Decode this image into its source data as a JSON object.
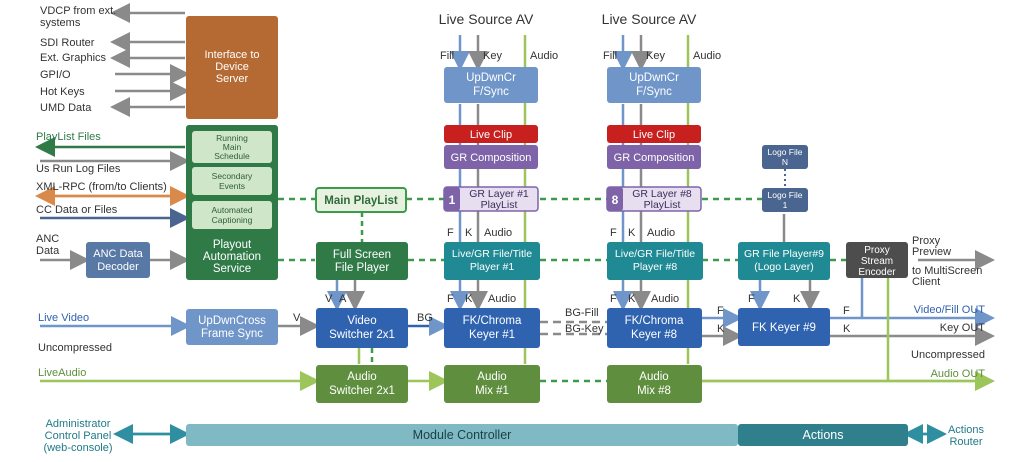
{
  "top": {
    "live_source_1": "Live Source AV",
    "live_source_2": "Live Source AV"
  },
  "signals": {
    "fill": "Fill",
    "key": "Key",
    "audio": "Audio",
    "f": "F",
    "k": "K",
    "v": "V",
    "a": "A",
    "bg": "BG",
    "bg_fill": "BG-Fill",
    "bg_key": "BG-Key"
  },
  "left_io": {
    "vdcp_l1": "VDCP from ext.",
    "vdcp_l2": "systems",
    "sdi": "SDI Router",
    "ext_graphics": "Ext. Graphics",
    "gpio": "GPI/O",
    "hotkeys": "Hot Keys",
    "umd": "UMD Data",
    "playlist_files": "PlayList Files",
    "us_run_log": "Us Run Log Files",
    "xml_rpc": "XML-RPC (from/to Clients)",
    "cc_data": "CC Data or Files",
    "anc_l1": "ANC",
    "anc_l2": "Data",
    "live_video": "Live Video",
    "uncompressed": "Uncompressed",
    "live_audio": "LiveAudio",
    "admin_l1": "Administrator",
    "admin_l2": "Control Panel",
    "admin_l3": "(web-console)"
  },
  "right_io": {
    "proxy_preview_l1": "Proxy",
    "proxy_preview_l2": "Preview",
    "multiscreen_l1": "to MultiScreen",
    "multiscreen_l2": "Client",
    "video_fill_out": "Video/Fill OUT",
    "key_out": "Key OUT",
    "uncompressed": "Uncompressed",
    "audio_out": "Audio OUT",
    "actions_router_l1": "Actions",
    "actions_router_l2": "Router"
  },
  "blocks": {
    "interface_l1": "Interface to",
    "interface_l2": "Device",
    "interface_l3": "Server",
    "running_l1": "Running",
    "running_l2": "Main",
    "running_l3": "Schedule",
    "secondary_l1": "Secondary",
    "secondary_l2": "Events",
    "captioning_l1": "Automated",
    "captioning_l2": "Captioning",
    "playout_l1": "Playout",
    "playout_l2": "Automation",
    "playout_l3": "Service",
    "anc_decoder_l1": "ANC Data",
    "anc_decoder_l2": "Decoder",
    "updown_frame_l1": "UpDwnCross",
    "updown_frame_l2": "Frame Sync",
    "main_playlist": "Main PlayList",
    "fullscreen_l1": "Full Screen",
    "fullscreen_l2": "File Player",
    "video_switcher_l1": "Video",
    "video_switcher_l2": "Switcher 2x1",
    "audio_switcher_l1": "Audio",
    "audio_switcher_l2": "Switcher 2x1",
    "updwncr1_l1": "UpDwnCr",
    "updwncr1_l2": "F/Sync",
    "updwncr8_l1": "UpDwnCr",
    "updwncr8_l2": "F/Sync",
    "live_clip_1": "Live Clip",
    "live_clip_8": "Live Clip",
    "gr_comp_1": "GR Composition",
    "gr_comp_8": "GR Composition",
    "gr_layer1_num": "1",
    "gr_layer1_l1": "GR Layer #1",
    "gr_layer1_l2": "PlayList",
    "gr_layer8_num": "8",
    "gr_layer8_l1": "GR Layer #8",
    "gr_layer8_l2": "PlayList",
    "player1_l1": "Live/GR File/Title",
    "player1_l2": "Player #1",
    "player8_l1": "Live/GR File/Title",
    "player8_l2": "Player #8",
    "fk1_l1": "FK/Chroma",
    "fk1_l2": "Keyer #1",
    "fk8_l1": "FK/Chroma",
    "fk8_l2": "Keyer #8",
    "mix1_l1": "Audio",
    "mix1_l2": "Mix #1",
    "mix8_l1": "Audio",
    "mix8_l2": "Mix #8",
    "logo_n_l1": "Logo File",
    "logo_n_l2": "N",
    "logo_1_l1": "Logo File",
    "logo_1_l2": "1",
    "gr9_l1": "GR File Player#9",
    "gr9_l2": "(Logo Layer)",
    "fk9": "FK Keyer #9",
    "proxy_l1": "Proxy",
    "proxy_l2": "Stream",
    "proxy_l3": "Encoder",
    "module_controller": "Module Controller",
    "actions": "Actions"
  },
  "colors": {
    "brown": "#b46a32",
    "dark_green": "#2f7a47",
    "light_green_box": "#cfe6c9",
    "green_line": "#9cc55a",
    "olive": "#5f8f3e",
    "steel": "#5878a5",
    "light_steel": "#6f95c9",
    "blue": "#2f63b0",
    "teal": "#1f8a94",
    "red": "#c81f1f",
    "purple": "#7e63a9",
    "lavender": "#e7dff0",
    "gray": "#8a8a8a",
    "dark_gray": "#4d4d4d",
    "orange": "#d98a4a",
    "module_teal": "#7fbac4",
    "actions_teal": "#2f7f8c"
  }
}
